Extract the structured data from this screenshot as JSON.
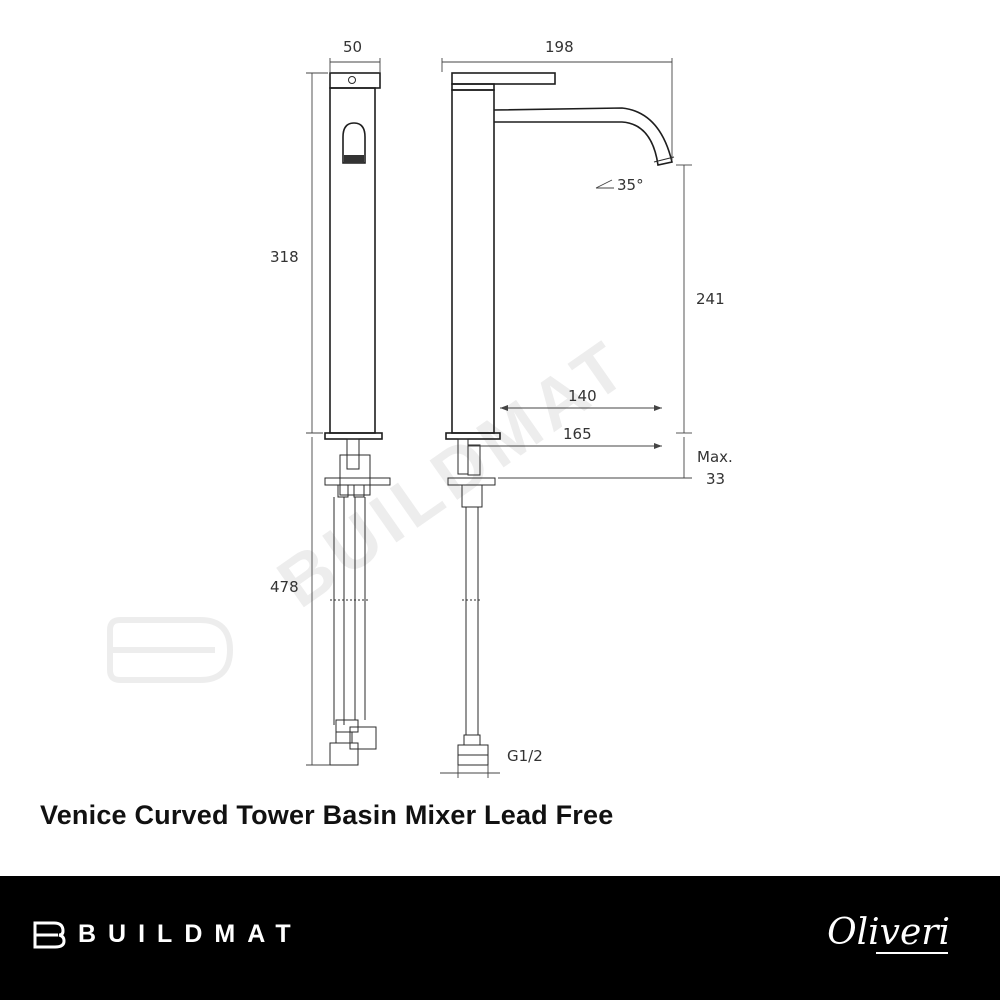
{
  "drawing": {
    "dimensions": {
      "body_width": "50",
      "total_reach": "198",
      "body_height": "318",
      "spout_height": "241",
      "spout_reach": "140",
      "max_reach": "165",
      "max_deck_label": "Max.",
      "max_deck_value": "33",
      "flex_hose_length": "478",
      "spout_angle": "35°",
      "thread": "G1/2"
    },
    "watermark_text": "BUILDMAT"
  },
  "product_title": "Venice Curved Tower Basin Mixer Lead Free",
  "footer": {
    "brand": "BUILDMAT",
    "partner_logo": "Oliveri",
    "background": "#000000"
  }
}
